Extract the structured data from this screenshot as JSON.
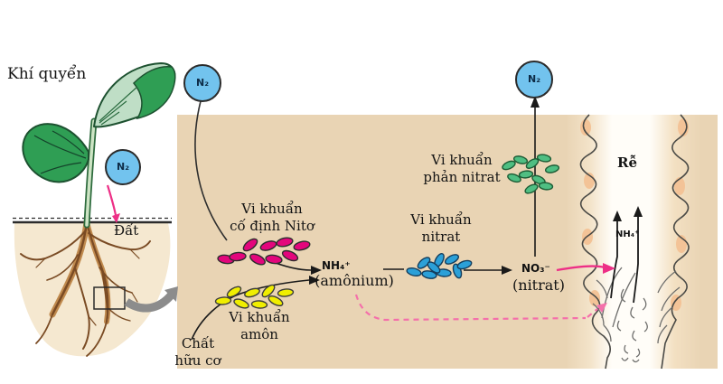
{
  "colors": {
    "box_bg": "#e9d4b4",
    "soil_bg": "#f5e8d0",
    "n2_circle": "#72c3ee",
    "bacteria_fixing": "#e3067c",
    "bacteria_ammon": "#f0ee00",
    "bacteria_nitrat": "#2ba0d8",
    "bacteria_denitrat": "#4fbe82",
    "leaf_dark": "#2f9e54",
    "leaf_light": "#bfdec6",
    "pink_arrow": "#ed2f86",
    "pink_dashed": "#f470aa",
    "gray_arrow": "#8c8c8c"
  },
  "labels": {
    "atmosphere": "Khí quyển",
    "soil": "Đất",
    "n2": "N₂",
    "fixing_line1": "Vi khuẩn",
    "fixing_line2": "cố định Nitơ",
    "ammon_line1": "Vi khuẩn",
    "ammon_line2": "amôn",
    "organic_line1": "Chất",
    "organic_line2": "hữu cơ",
    "nh4": "NH₄⁺",
    "amonium": "(amônium)",
    "nitrat_bact_line1": "Vi khuẩn",
    "nitrat_bact_line2": "nitrat",
    "no3": "NO₃⁻",
    "nitrat": "(nitrat)",
    "denitrat_line1": "Vi khuẩn",
    "denitrat_line2": "phản nitrat",
    "root": "Rễ",
    "nh4_root": "NH₄⁺"
  }
}
